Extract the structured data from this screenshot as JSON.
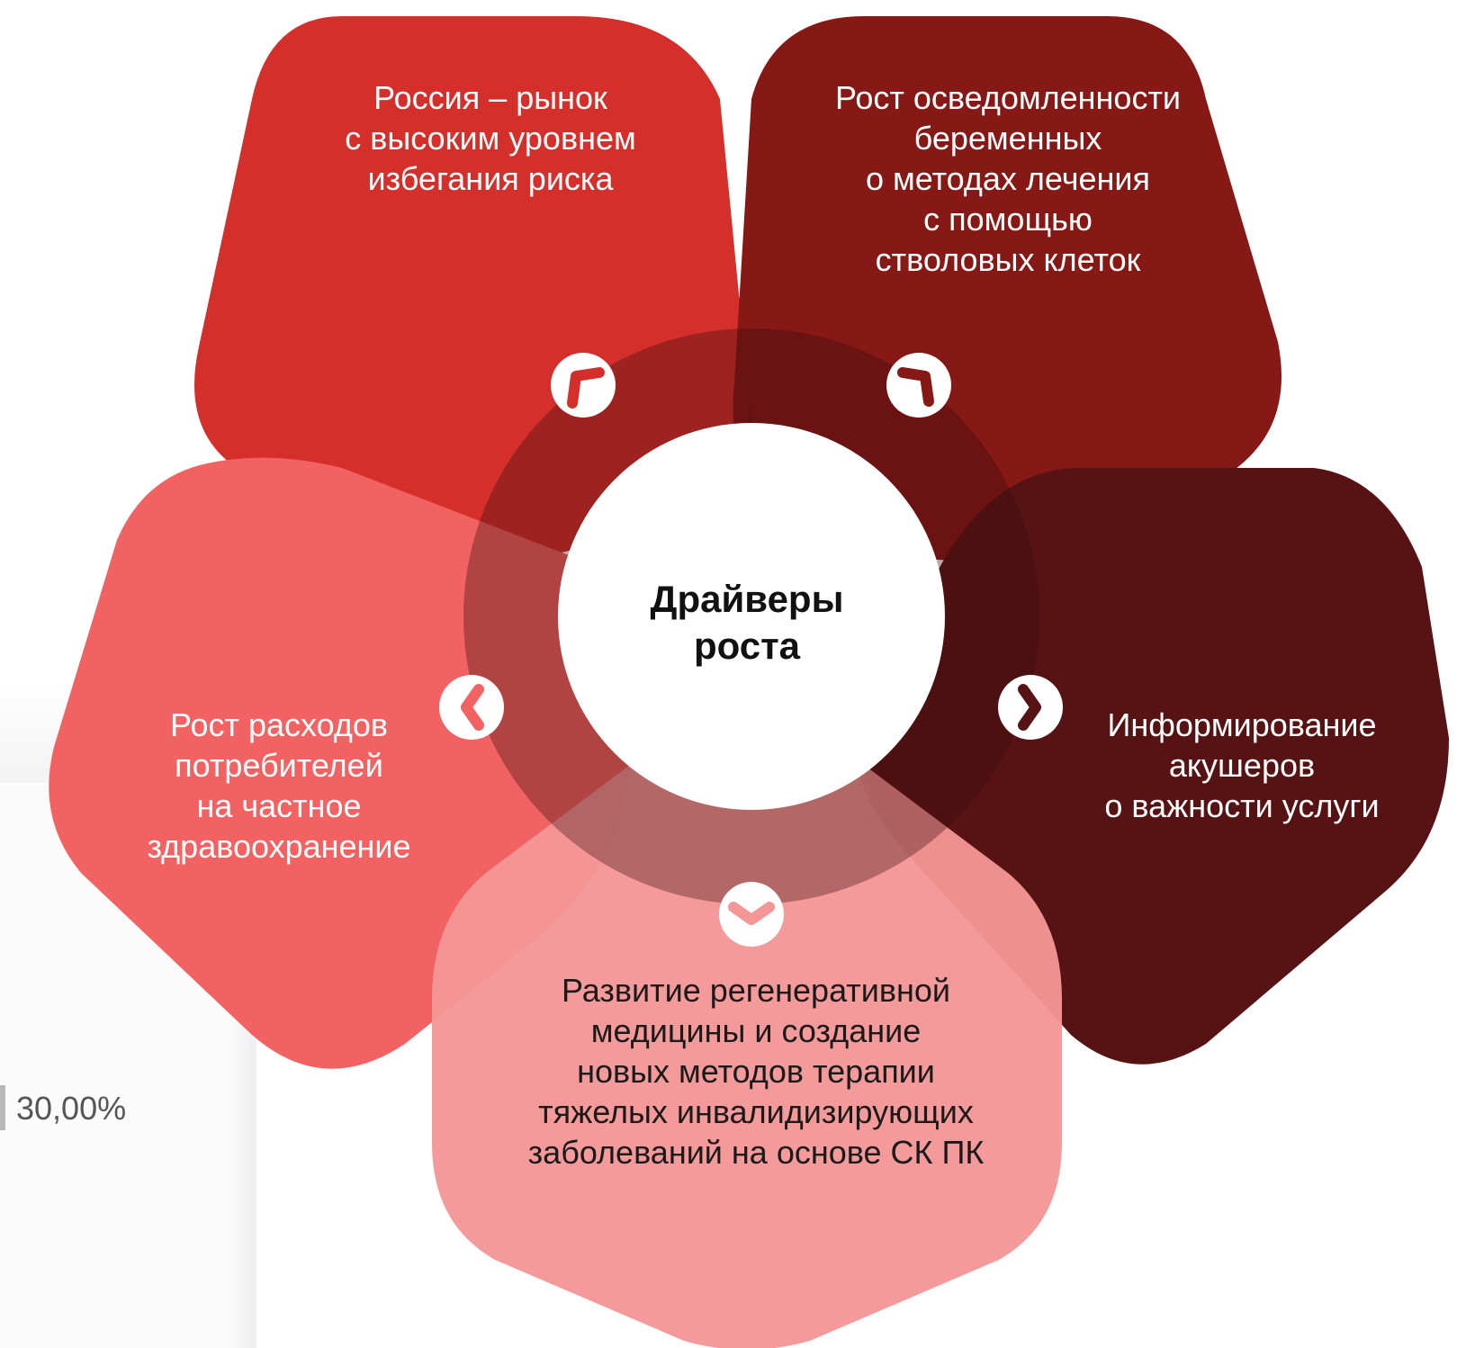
{
  "center": {
    "line1": "Драйверы",
    "line2": "роста"
  },
  "petals": [
    {
      "id": "top-left",
      "color": "#d42f2b",
      "icon": "arrow-up-left-icon",
      "lines": [
        "Россия – рынок",
        "с высоким уровнем",
        "избегания риска"
      ]
    },
    {
      "id": "top-right",
      "color": "#861816",
      "icon": "arrow-up-right-icon",
      "lines": [
        "Рост осведомленности",
        "беременных",
        "о методах лечения",
        "с помощью",
        "стволовых клеток"
      ]
    },
    {
      "id": "right",
      "color": "#571313",
      "icon": "chevron-right-icon",
      "lines": [
        "Информирование",
        "акушеров",
        "о важности услуги"
      ]
    },
    {
      "id": "bottom",
      "color": "#f59696",
      "icon": "chevron-down-icon",
      "lines": [
        "Развитие регенеративной",
        "медицины и создание",
        "новых методов терапии",
        "тяжелых инвалидизирующих",
        "заболеваний на основе СК ПК"
      ]
    },
    {
      "id": "left",
      "color": "#f26262",
      "icon": "chevron-left-icon",
      "lines": [
        "Рост расходов",
        "потребителей",
        "на частное",
        "здравоохранение"
      ]
    }
  ],
  "background_value": "30,00%"
}
